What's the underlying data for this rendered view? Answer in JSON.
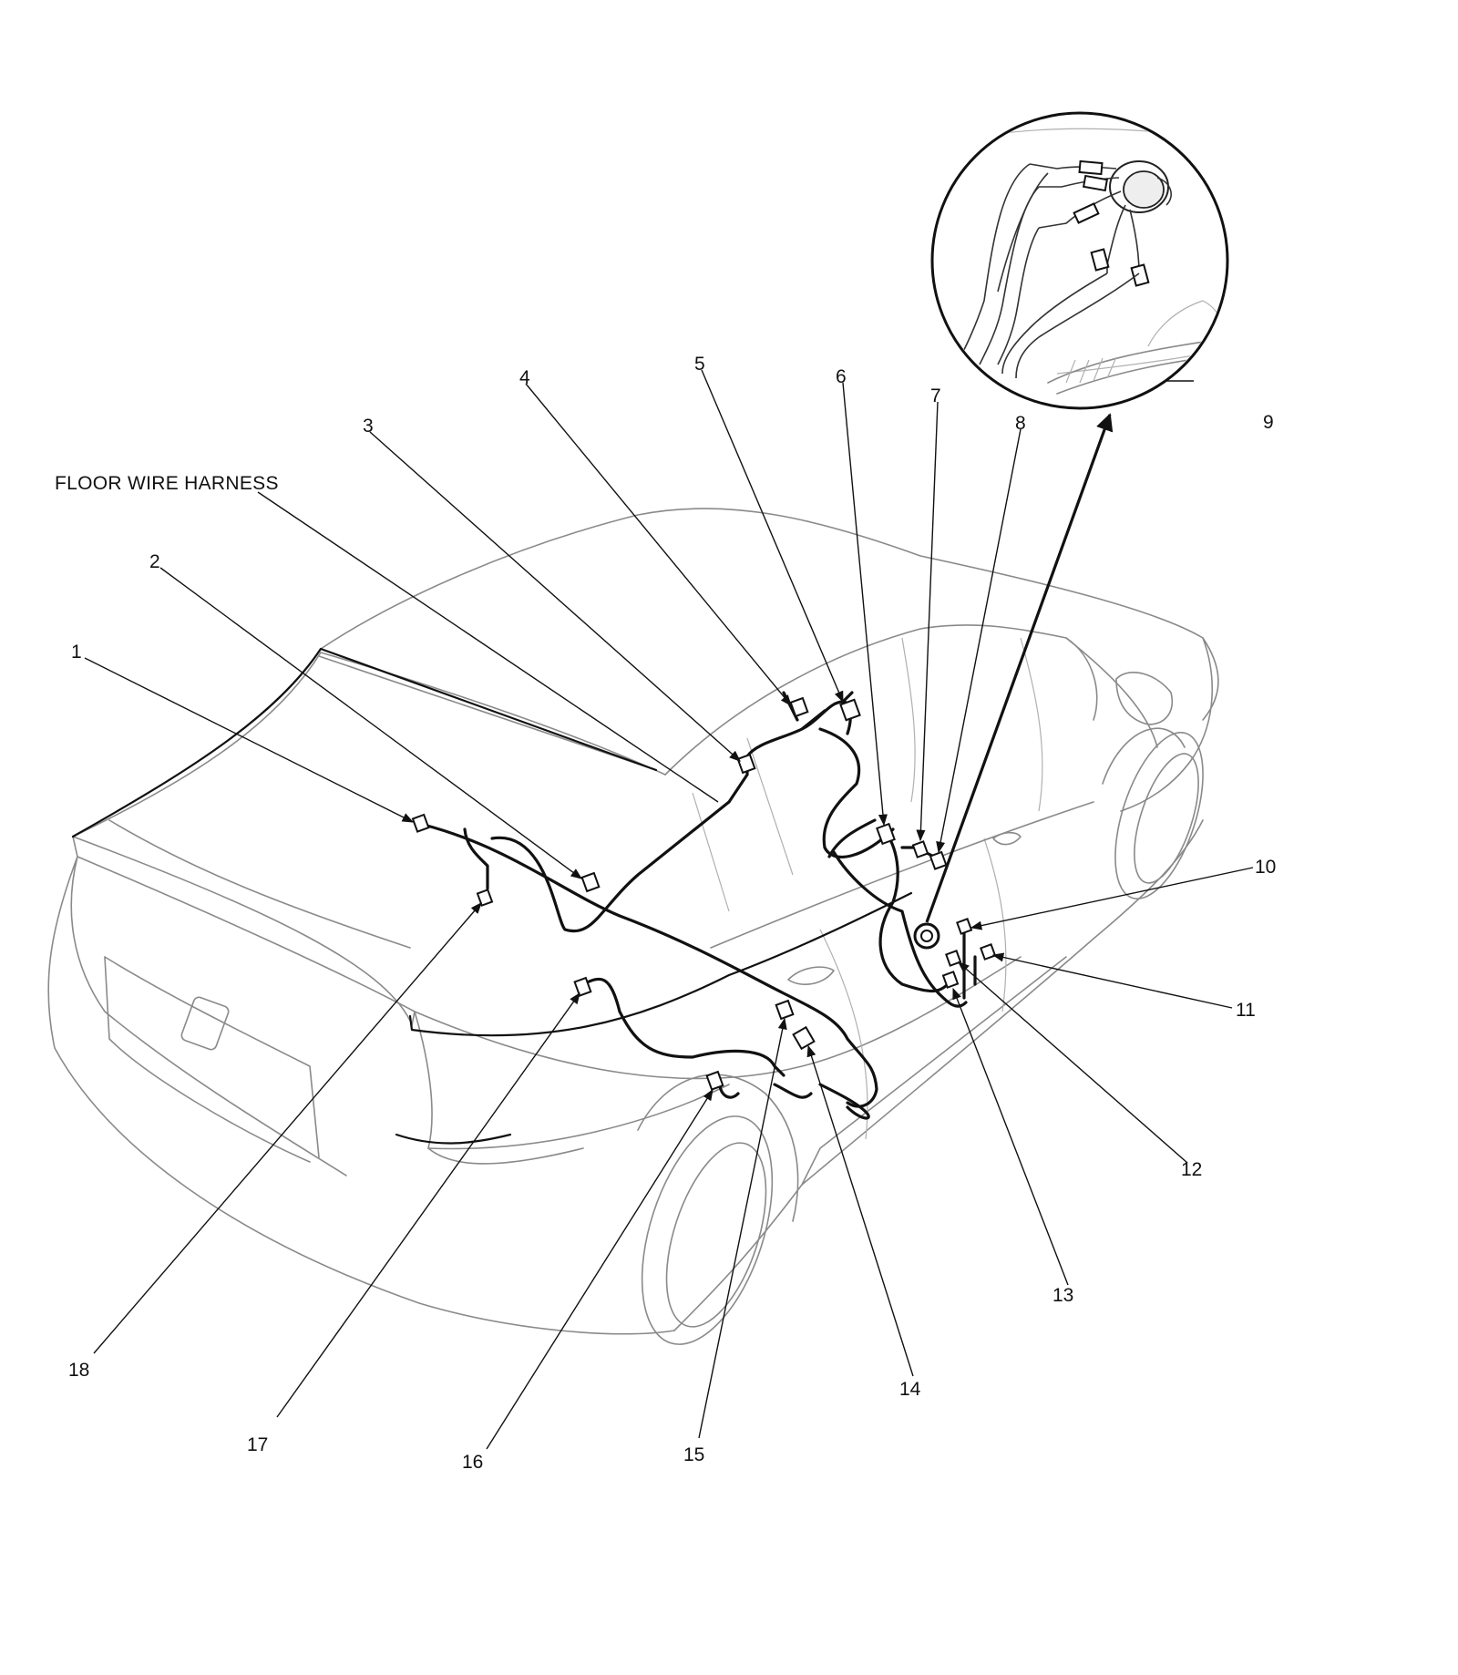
{
  "diagram": {
    "harness_label": "FLOOR WIRE HARNESS",
    "callouts": [
      "1",
      "2",
      "3",
      "4",
      "5",
      "6",
      "7",
      "8",
      "9",
      "10",
      "11",
      "12",
      "13",
      "14",
      "15",
      "16",
      "17",
      "18"
    ]
  }
}
